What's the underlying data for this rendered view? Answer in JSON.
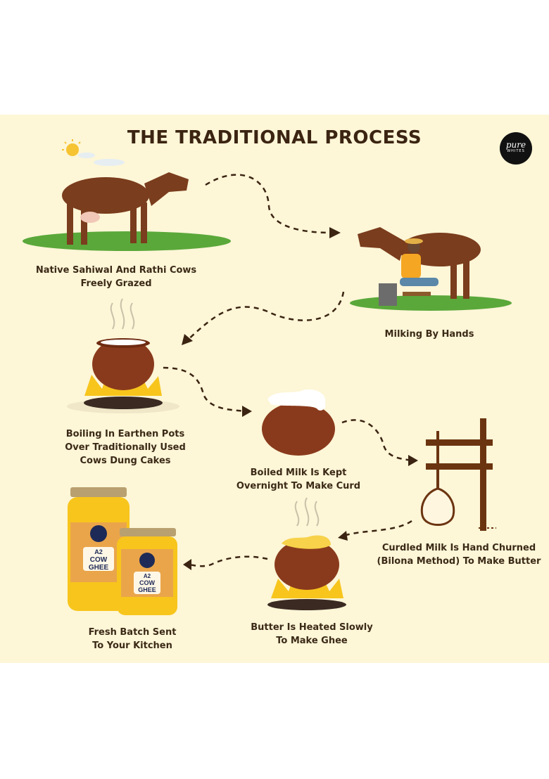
{
  "title": "THE TRADITIONAL PROCESS",
  "logo": {
    "brand": "pure",
    "sub": "WHITES"
  },
  "steps": [
    {
      "lines": [
        "Native  Sahiwal And Rathi Cows",
        "Freely Grazed"
      ]
    },
    {
      "lines": [
        "Milking By Hands"
      ]
    },
    {
      "lines": [
        "Boiling In Earthen Pots",
        "Over Traditionally Used",
        "Cows Dung Cakes"
      ]
    },
    {
      "lines": [
        "Boiled Milk Is Kept",
        "Overnight To Make Curd"
      ]
    },
    {
      "lines": [
        "Curdled Milk Is Hand Churned",
        "(Bilona Method) To Make Butter"
      ]
    },
    {
      "lines": [
        "Butter Is Heated Slowly",
        "To Make Ghee"
      ]
    },
    {
      "lines": [
        "Fresh Batch Sent",
        "To Your Kitchen"
      ]
    }
  ],
  "jar_label": {
    "line1": "A2",
    "line2": "COW",
    "line3": "GHEE"
  },
  "colors": {
    "background": "#fdf6d7",
    "text": "#3b2412",
    "pot": "#8a3a1c",
    "ghee": "#f7c51c",
    "grass": "#5aa83a"
  }
}
